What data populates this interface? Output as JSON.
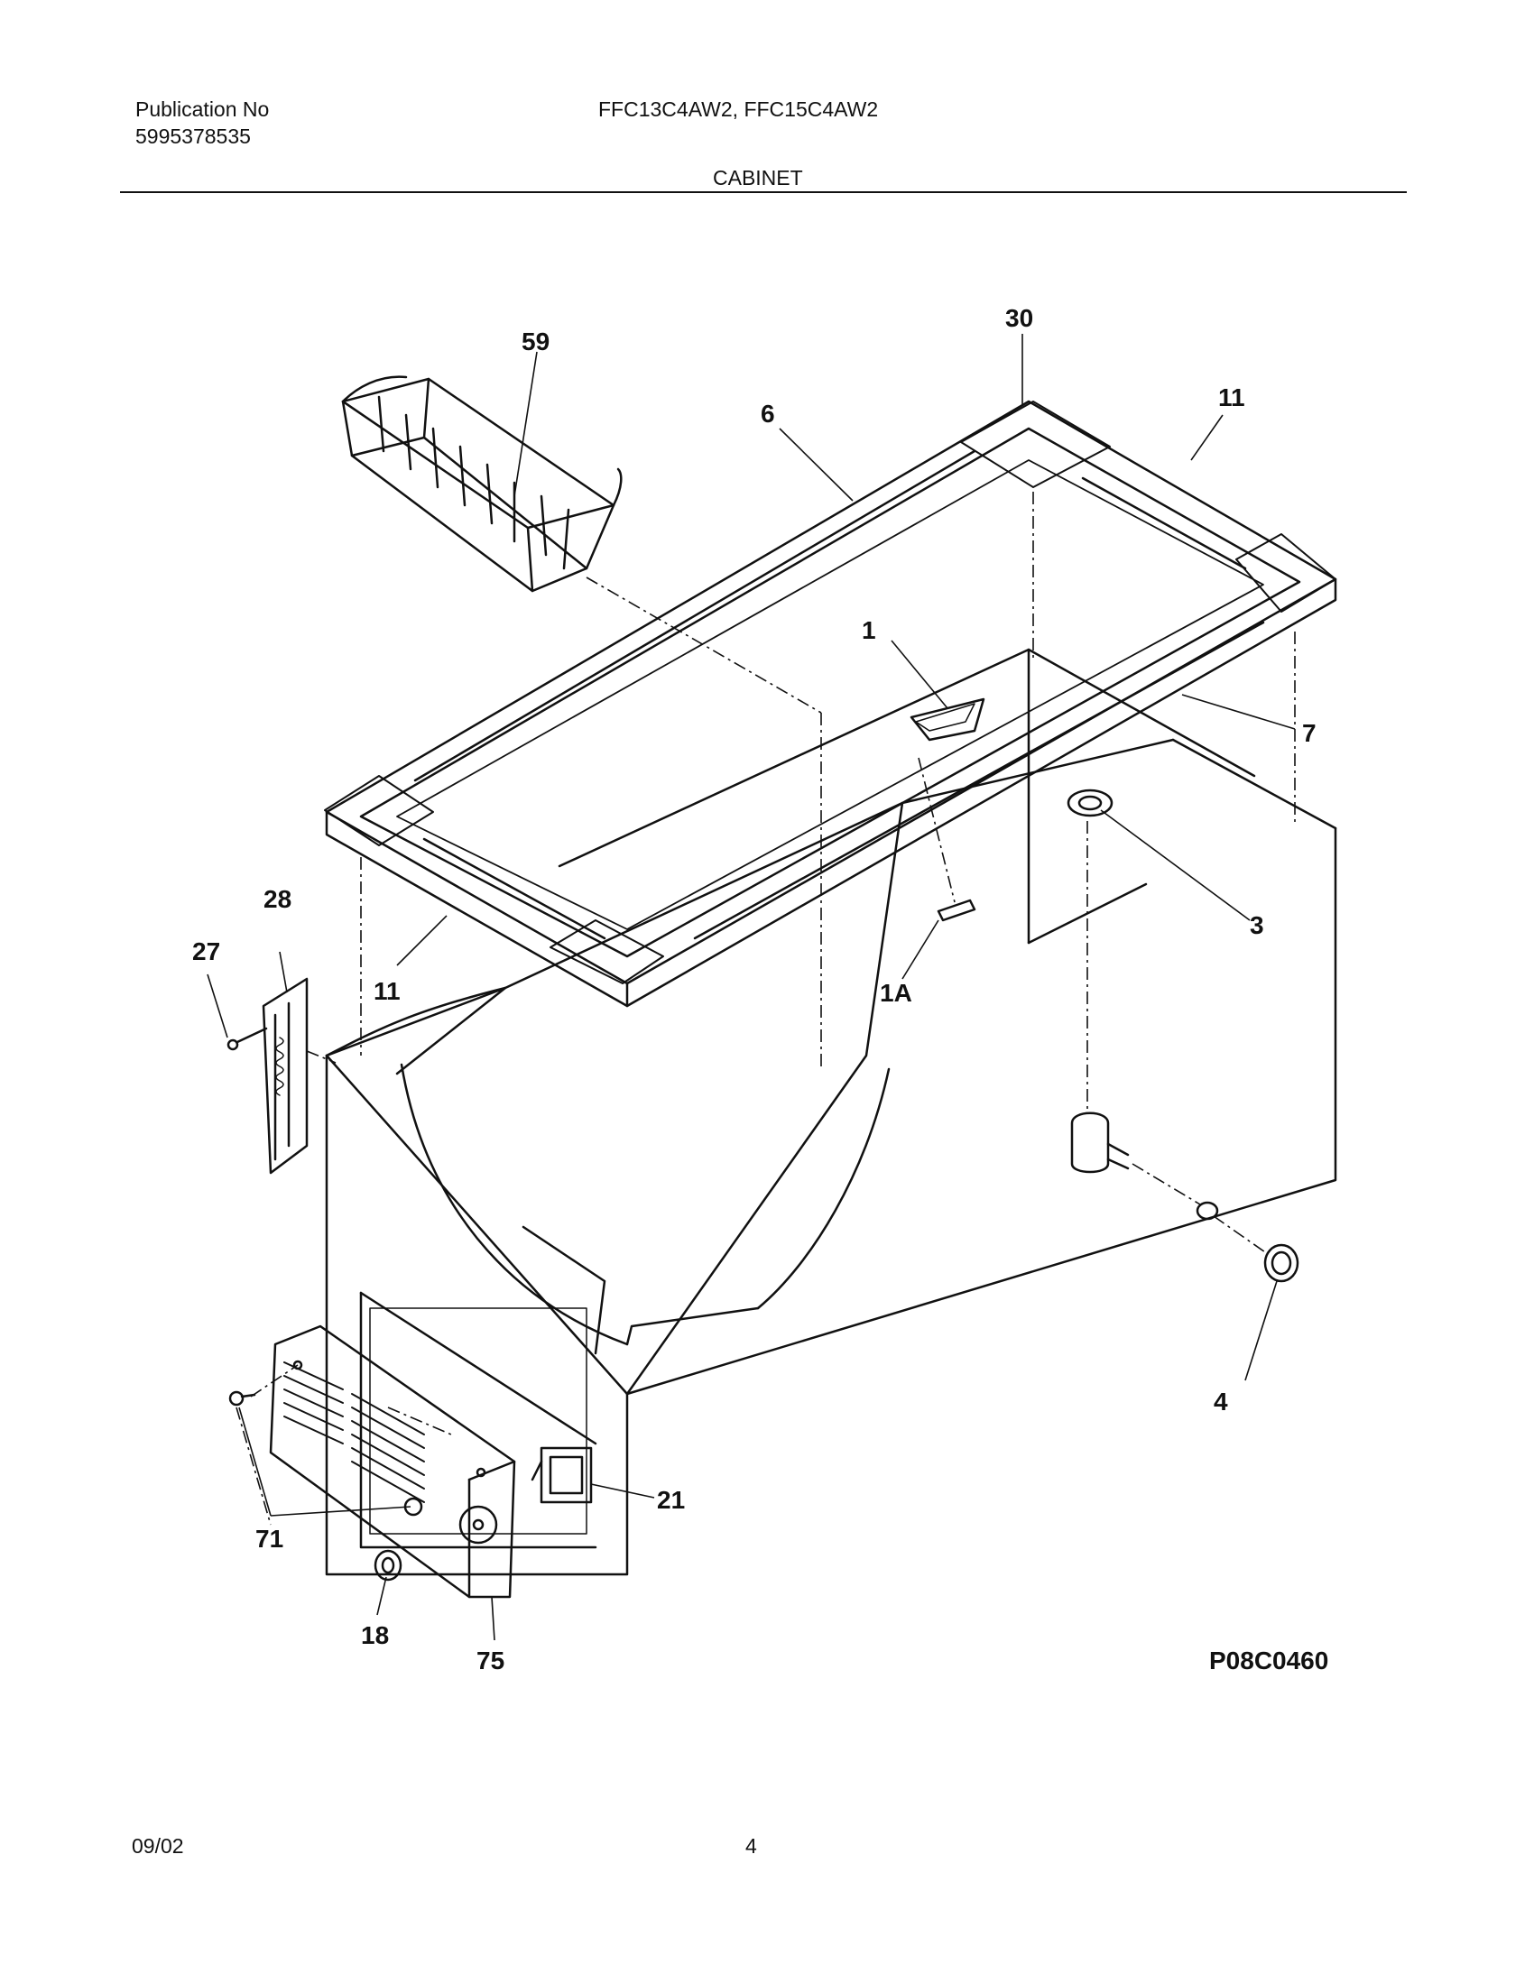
{
  "header": {
    "publication_label": "Publication No",
    "publication_number": "5995378535",
    "models": "FFC13C4AW2, FFC15C4AW2",
    "section": "CABINET"
  },
  "diagram": {
    "id": "P08C0460",
    "callouts": {
      "c59": "59",
      "c30": "30",
      "c6": "6",
      "c11_top": "11",
      "c1": "1",
      "c7": "7",
      "c3": "3",
      "c28": "28",
      "c27": "27",
      "c11_left": "11",
      "c1A": "1A",
      "c4": "4",
      "c21": "21",
      "c71": "71",
      "c18": "18",
      "c75": "75"
    }
  },
  "footer": {
    "date": "09/02",
    "page": "4"
  }
}
